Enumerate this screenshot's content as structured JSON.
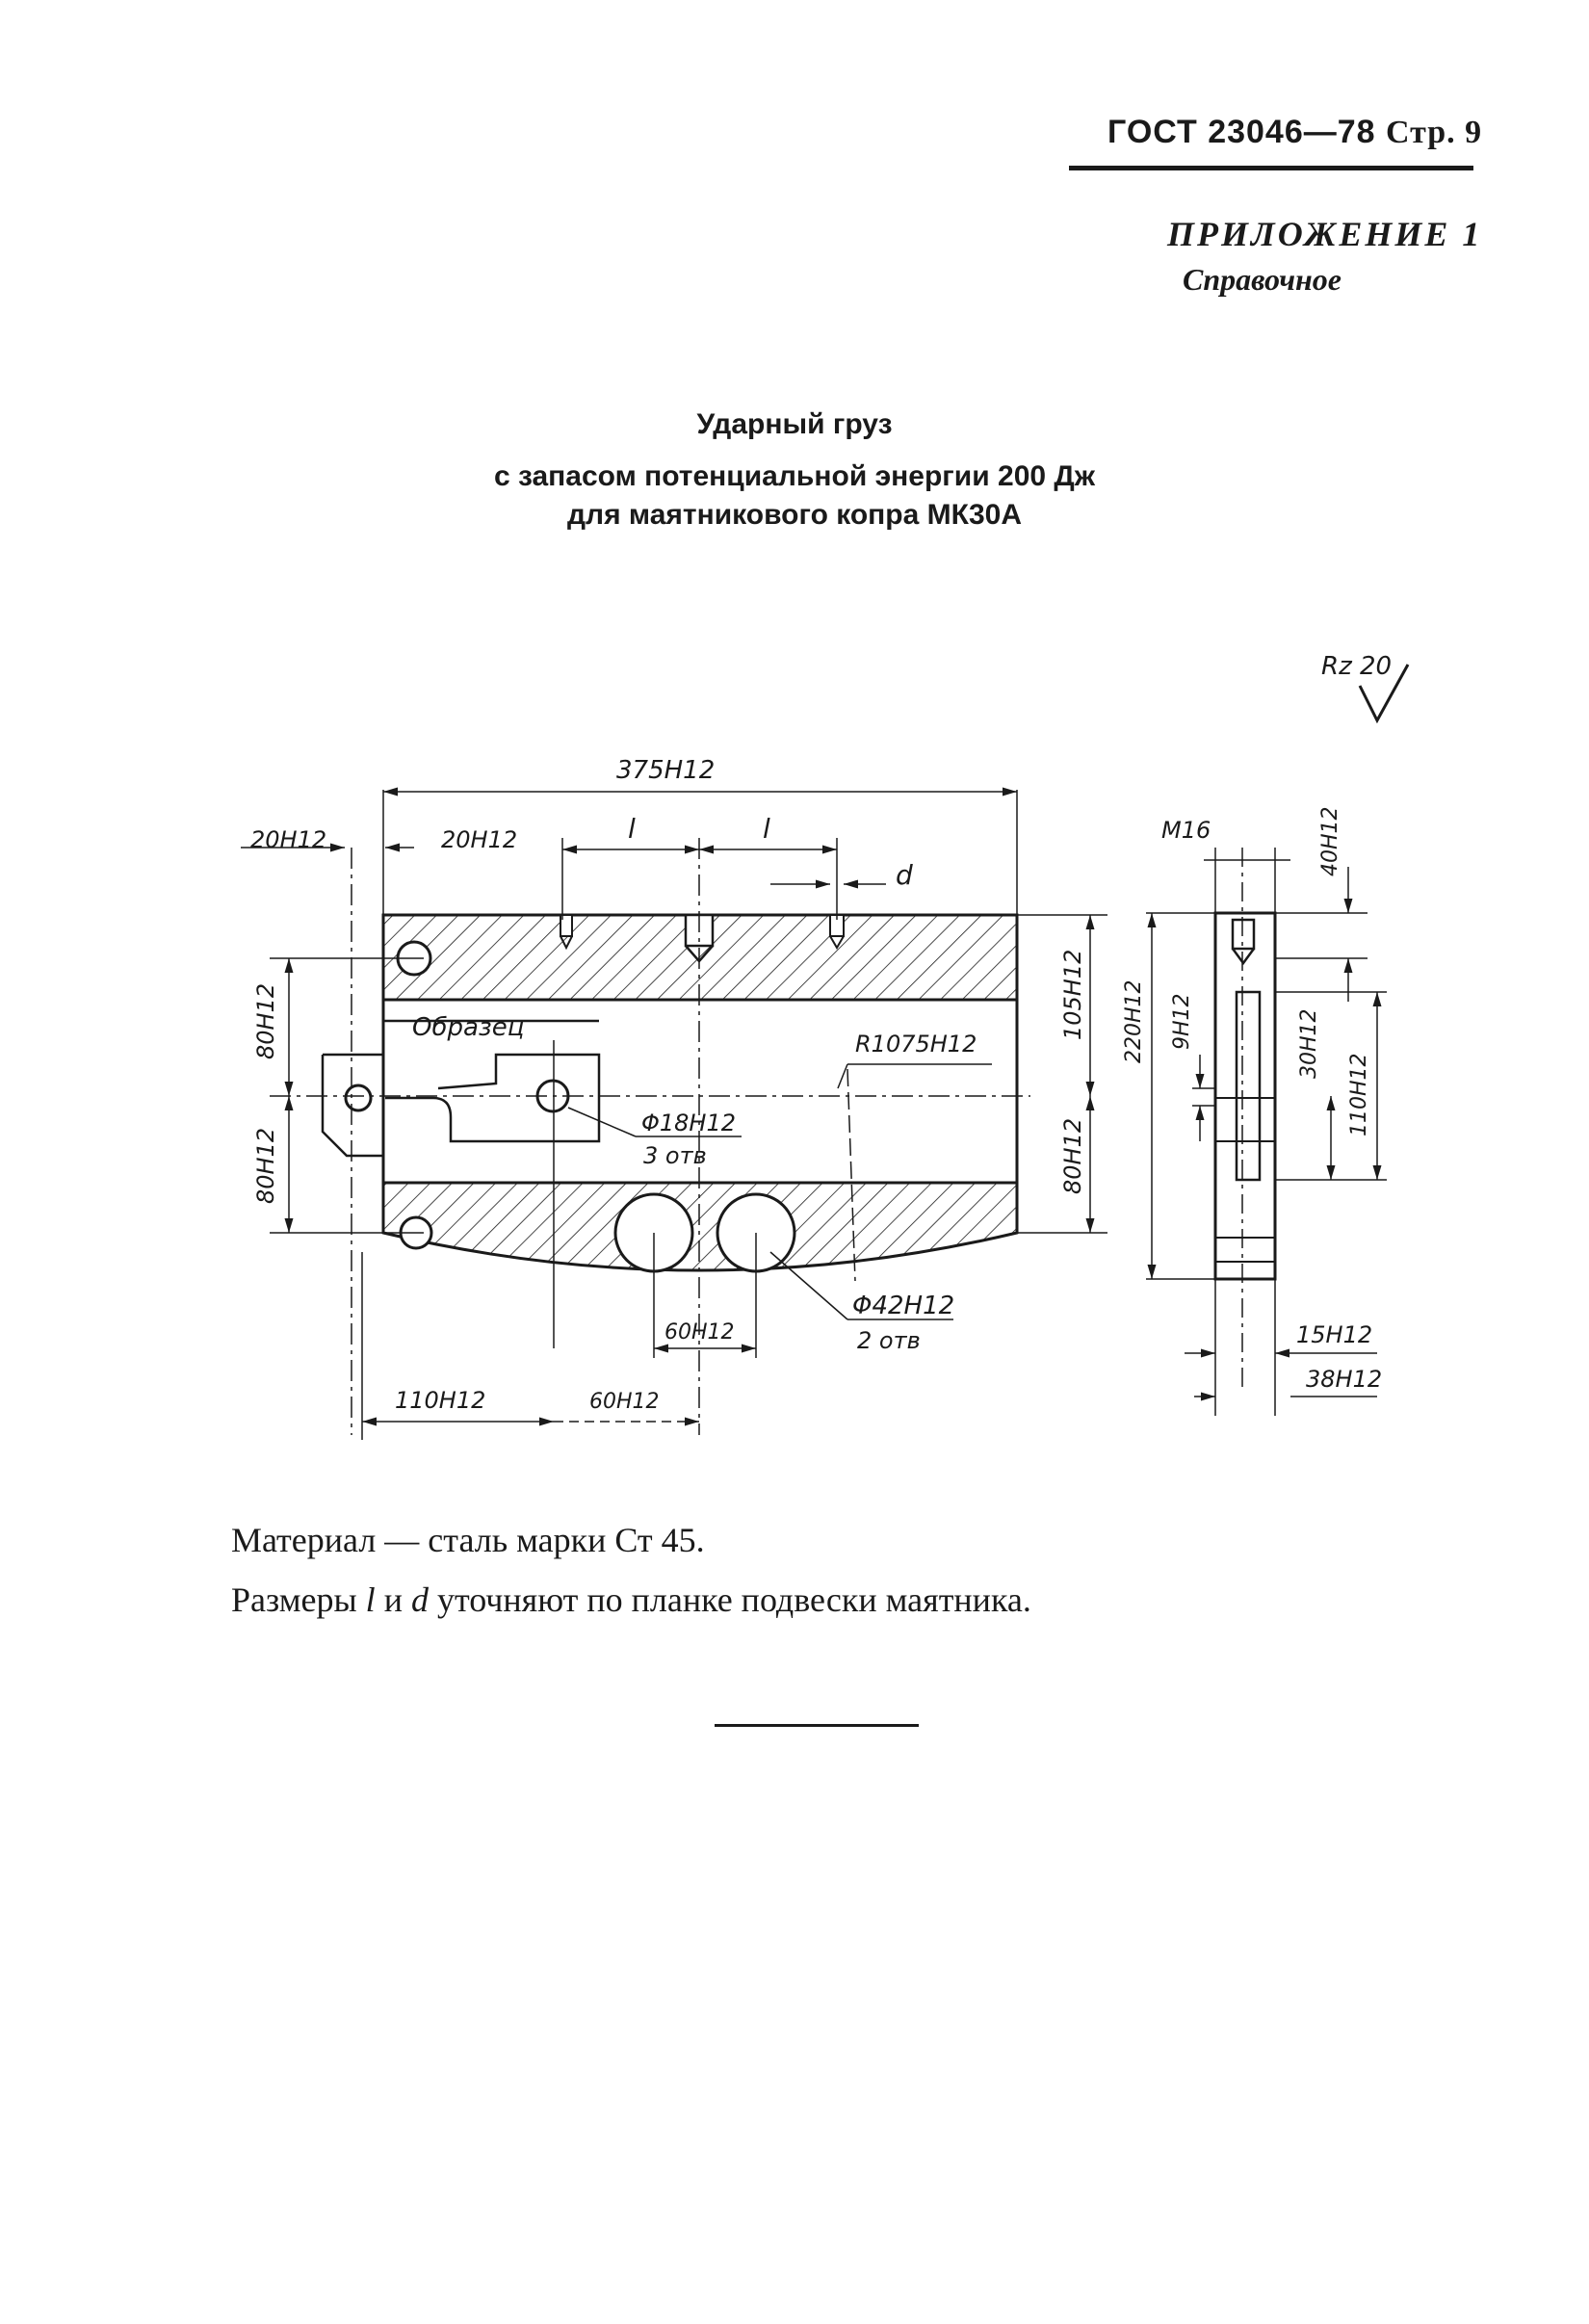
{
  "header": {
    "standard": "ГОСТ 23046—78",
    "page": "Стр. 9"
  },
  "appendix": {
    "label": "ПРИЛОЖЕНИЕ 1",
    "kind": "Справочное"
  },
  "title": {
    "line1": "Ударный груз",
    "line2": "с запасом потенциальной энергии 200 Дж",
    "line3": "для маятникового копра МК30А"
  },
  "drawing": {
    "roughness": "Rz 20",
    "dims": {
      "overall_length": "375H12",
      "left_offset": "20H12",
      "hole_offset": "20H12",
      "pitch_l1": "l",
      "pitch_l2": "l",
      "hole_d": "d",
      "upper_height": "80H12",
      "lower_height": "80H12",
      "specimen_label": "Образец",
      "radius": "R1075H12",
      "right_upper": "105H12",
      "right_lower": "80H12",
      "total_height": "220H12",
      "small_hole": "Φ18H12",
      "small_hole_qty": "3 отв",
      "large_hole": "Φ42H12",
      "large_hole_qty": "2 отв",
      "hole_spacing": "60H12",
      "bottom_left": "110H12",
      "bottom_second": "60H12",
      "side_thread": "M16",
      "side_top": "40H12",
      "side_slot": "9H12",
      "side_mid": "30H12",
      "side_span": "110H12",
      "side_thick1": "15H12",
      "side_thick2": "38H12"
    }
  },
  "notes": {
    "material": "Материал — сталь марки Ст 45.",
    "dims_note_prefix": "Размеры ",
    "dims_note_l": "l",
    "dims_note_and": " и ",
    "dims_note_d": "d",
    "dims_note_suffix": " уточняют по планке подвески маятника."
  }
}
